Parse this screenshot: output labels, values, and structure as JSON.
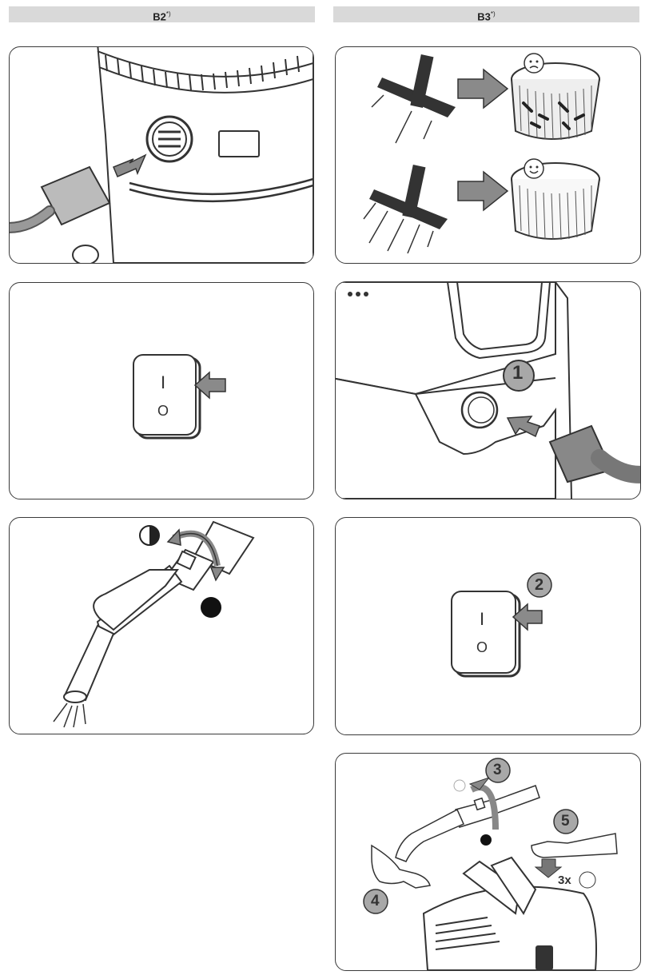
{
  "headers": {
    "left": "B2",
    "left_sup": "*)",
    "right": "B3",
    "right_sup": "*)"
  },
  "steps": [
    "1",
    "2",
    "3",
    "4",
    "5"
  ],
  "switch": {
    "on_symbol": "I",
    "off_symbol": "O"
  },
  "repeat_label": "3x",
  "colors": {
    "header_bg": "#d9d9d9",
    "arrow_gray": "#8a8a8a",
    "outline": "#3a3a3a",
    "step_circle": "#a8a8a8"
  }
}
